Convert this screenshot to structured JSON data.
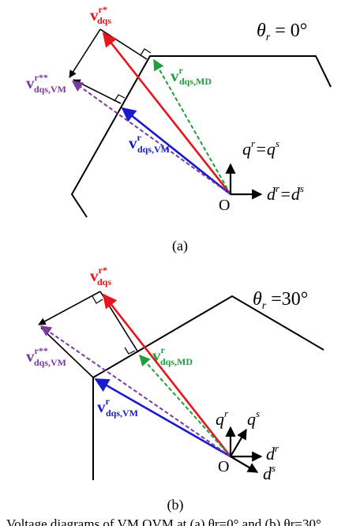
{
  "colors": {
    "ref": "#e8141e",
    "vm": "#1a1acc",
    "md": "#1f9e3a",
    "vmstar": "#7b3aa0",
    "line": "#000000"
  },
  "diagram_a": {
    "theta_sym": "θ",
    "theta_sub": "r",
    "theta_val": " = 0°",
    "v_ref_main": "v",
    "v_ref_sub": "dqs",
    "v_ref_sup": "r*",
    "v_vmss_main": "v",
    "v_vmss_sub": "dqs,VM",
    "v_vmss_sup": "r**",
    "v_md_main": "v",
    "v_md_sub": "dqs,MD",
    "v_md_sup": "r",
    "v_vm_main": "v",
    "v_vm_sub": "dqs,VM",
    "v_vm_sup": "r",
    "q_axis": "q",
    "q_axis_sup": "r",
    "q_axis_eq": "=q",
    "q_axis_eq_sup": "s",
    "d_axis": "d",
    "d_axis_sup": "r",
    "d_axis_eq": "=d",
    "d_axis_eq_sup": "s",
    "origin": "O",
    "caption": "(a)"
  },
  "diagram_b": {
    "theta_sym": "θ",
    "theta_sub": "r",
    "theta_val": " =30°",
    "v_ref_main": "v",
    "v_ref_sub": "dqs",
    "v_ref_sup": "r*",
    "v_vmss_main": "v",
    "v_vmss_sub": "dqs,VM",
    "v_vmss_sup": "r**",
    "v_md_main": "v",
    "v_md_sub": "dqs,MD",
    "v_md_sup": "r",
    "v_vm_main": "v",
    "v_vm_sub": "dqs,VM",
    "v_vm_sup": "r",
    "q_r": "q",
    "q_r_sup": "r",
    "q_s": "q",
    "q_s_sup": "s",
    "d_r": "d",
    "d_r_sup": "r",
    "d_s": "d",
    "d_s_sup": "s",
    "origin": "O",
    "caption": "(b)"
  },
  "figure_caption": "Voltage diagrams of VM OVM at (a) θr=0° and (b) θr=30°"
}
